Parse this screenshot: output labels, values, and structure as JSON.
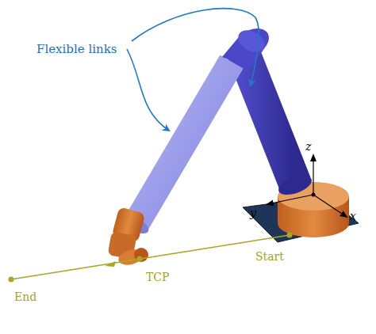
{
  "diagram": {
    "labels": [
      "Flexible links",
      "z",
      "y",
      "x",
      "Start",
      "TCP",
      "End"
    ]
  }
}
